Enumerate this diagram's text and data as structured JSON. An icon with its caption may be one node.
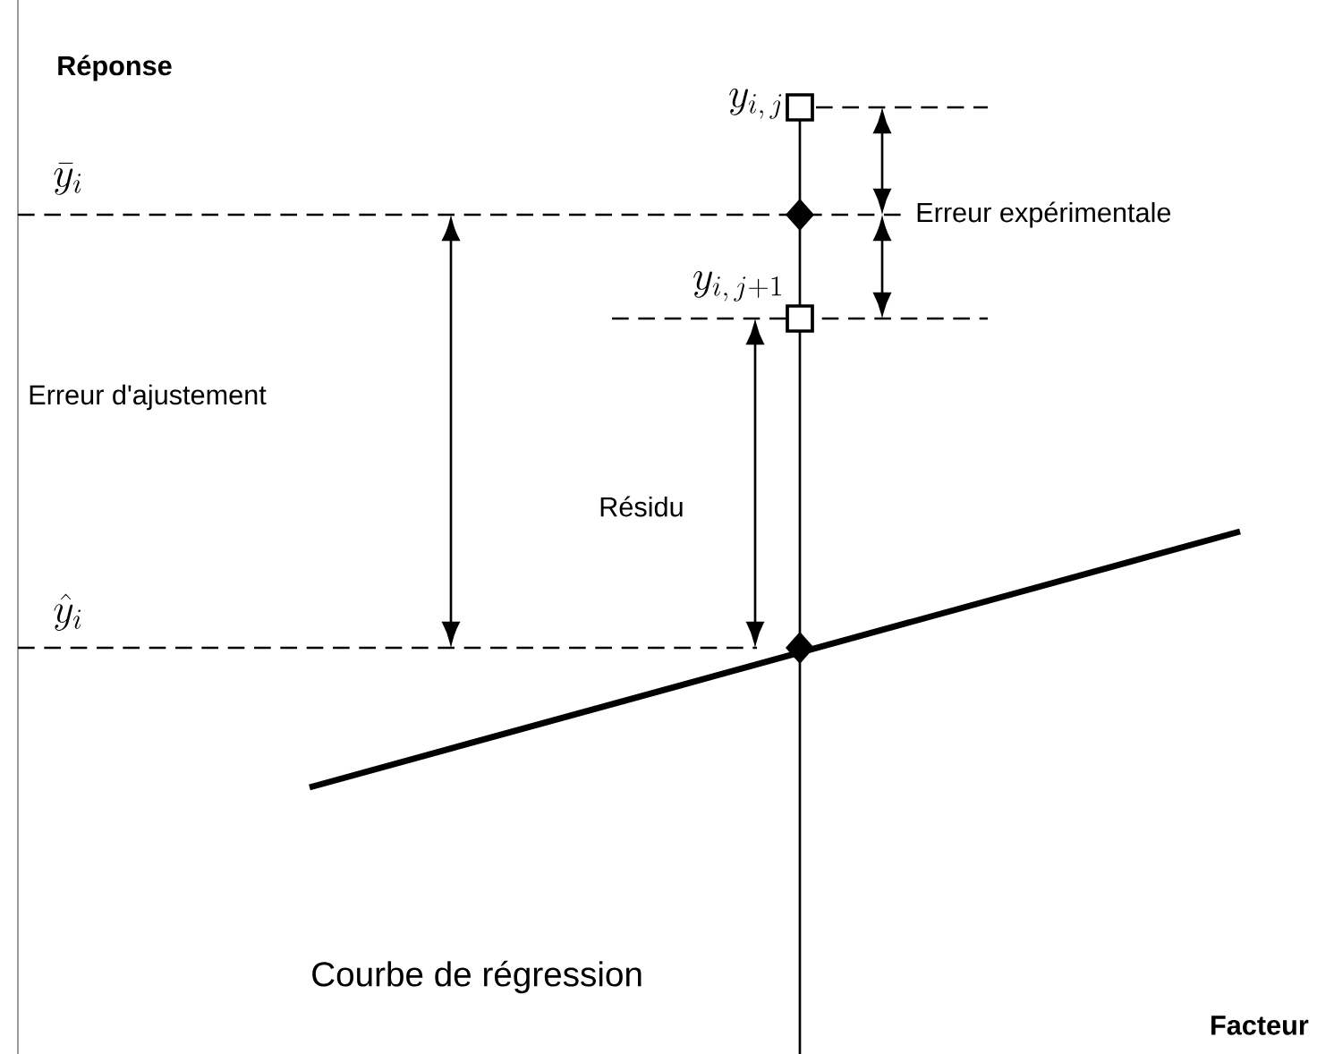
{
  "diagram": {
    "labels": [
      "Réponse",
      "y_{i,\\,j}",
      "\\bar{y}_{i}",
      "Erreur expérimentale",
      "y_{i,\\,j+1}",
      "Erreur d'ajustement",
      "Résidu",
      "\\hat{y}_{i}",
      "Courbe de régression",
      "Facteur"
    ]
  }
}
